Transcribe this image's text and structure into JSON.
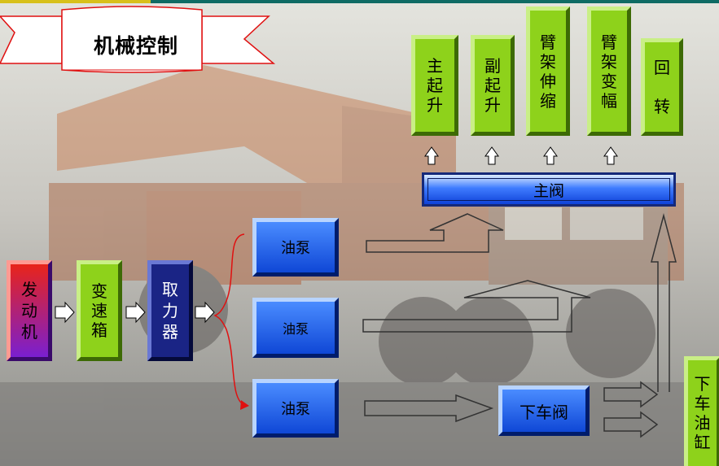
{
  "title": "机械控制",
  "inputs": {
    "engine": "发\n动\n机",
    "gearbox": "变\n速\n箱",
    "pto": "取\n力\n器"
  },
  "pumps": [
    "油泵",
    "油泵",
    "油泵"
  ],
  "main_valve": "主阀",
  "lower_valve": "下车阀",
  "lower_cylinder": "下\n车\n油\n缸",
  "outputs": {
    "main_hoist": "主\n起\n升",
    "aux_hoist": "副\n起\n升",
    "boom_telescope": "臂\n架\n伸\n缩",
    "boom_luffing": "臂\n架\n变\n幅",
    "slewing": "回\n\n转"
  },
  "colors": {
    "green_box": "#8ed21b",
    "blue_box": "#1f5cf0",
    "navy_box": "#1a2485",
    "red_connector": "#e01010"
  }
}
